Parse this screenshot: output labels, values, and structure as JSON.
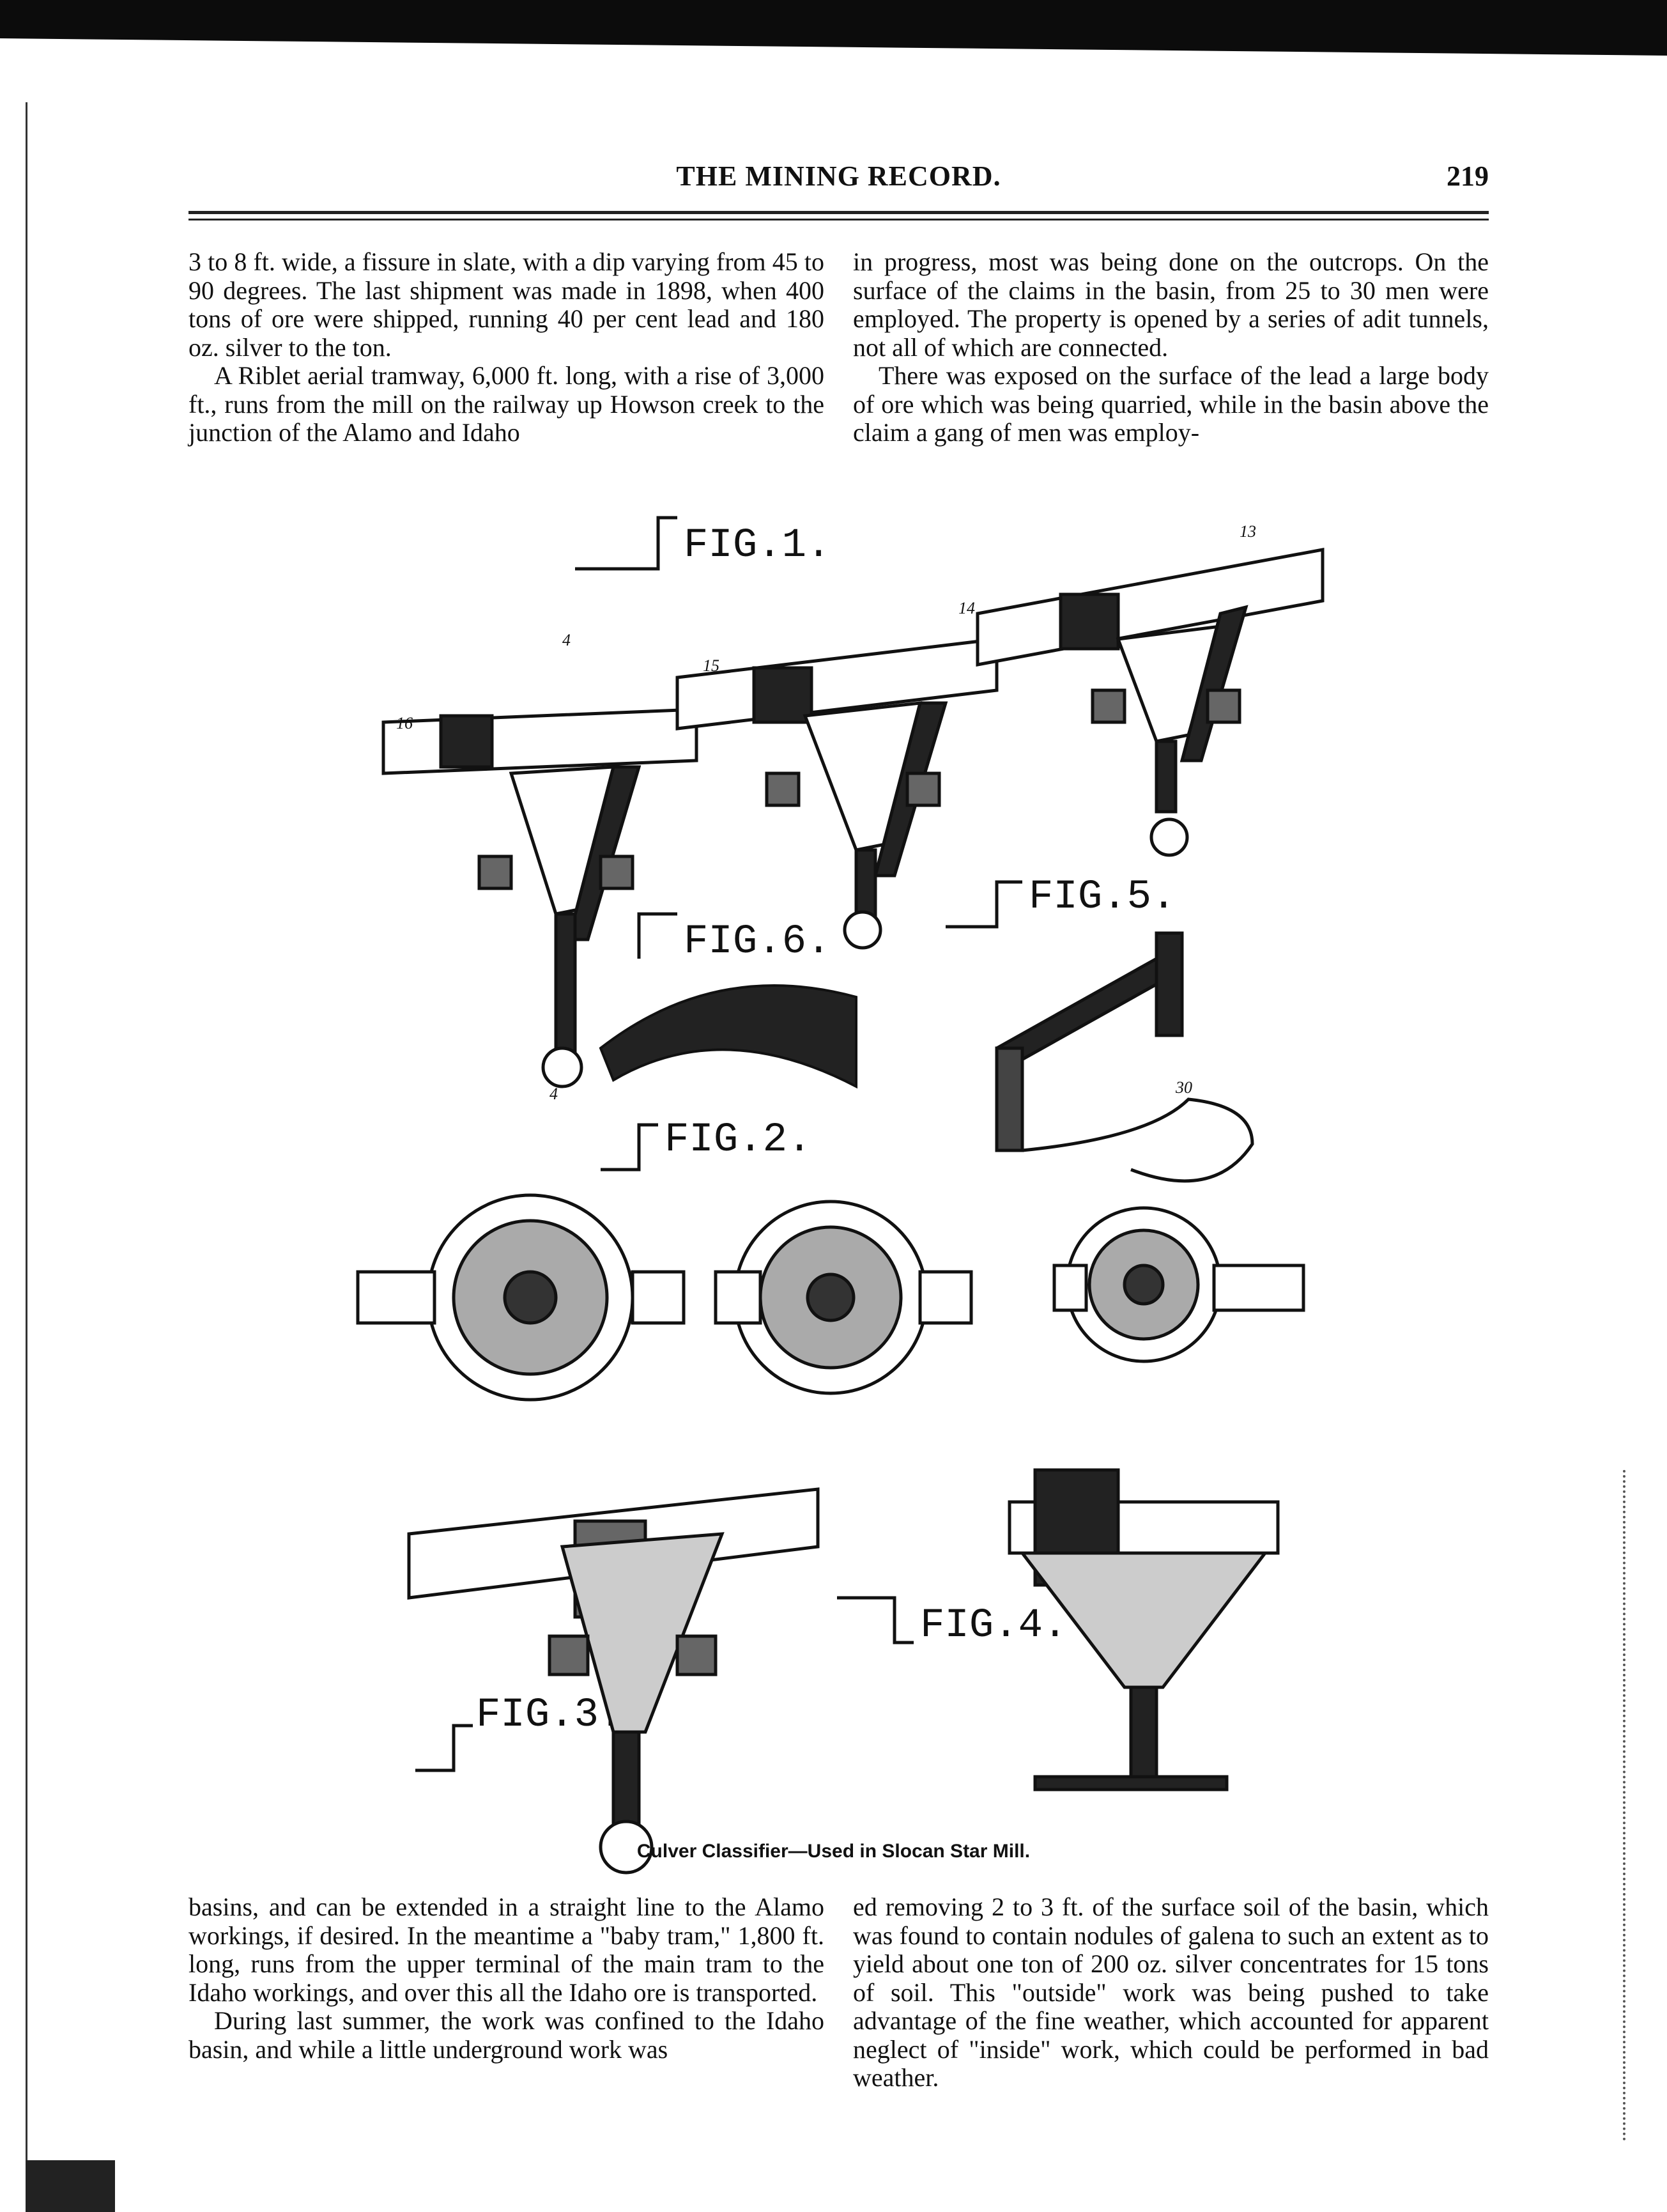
{
  "header": {
    "title": "THE MINING RECORD.",
    "page_number": "219"
  },
  "top_columns": {
    "left": [
      {
        "text": "3 to 8 ft. wide, a fissure in slate, with a dip varying from 45 to 90 degrees. The last shipment was made in 1898, when 400 tons of ore were shipped, running 40 per cent lead and 180 oz. silver to the ton.",
        "indent": false
      },
      {
        "text": "A Riblet aerial tramway, 6,000 ft. long, with a rise of 3,000 ft., runs from the mill on the railway up Howson creek to the junction of the Alamo and Idaho",
        "indent": true
      }
    ],
    "right": [
      {
        "text": "in progress, most was being done on the outcrops. On the surface of the claims in the basin, from 25 to 30 men were employed. The property is opened by a series of adit tunnels, not all of which are connected.",
        "indent": false
      },
      {
        "text": "There was exposed on the surface of the lead a large body of ore which was being quarried, while in the basin above the claim a gang of men was employ-",
        "indent": true
      }
    ]
  },
  "figure": {
    "labels": [
      "FIG.1.",
      "FIG.2.",
      "FIG.3.",
      "FIG.4.",
      "FIG.5.",
      "FIG.6."
    ],
    "caption": "Culver Classifier—Used in Slocan Star Mill."
  },
  "bottom_columns": {
    "left": [
      {
        "text": "basins, and can be extended in a straight line to the Alamo workings, if desired. In the meantime a \"baby tram,\" 1,800 ft. long, runs from the upper terminal of the main tram to the Idaho workings, and over this all the Idaho ore is transported.",
        "indent": false
      },
      {
        "text": "During last summer, the work was confined to the Idaho basin, and while a little underground work was",
        "indent": true
      }
    ],
    "right": [
      {
        "text": "ed removing 2 to 3 ft. of the surface soil of the basin, which was found to contain nodules of galena to such an extent as to yield about one ton of 200 oz. silver concentrates for 15 tons of soil. This \"outside\" work was being pushed to take advantage of the fine weather, which accounted for apparent neglect of \"inside\" work, which could be performed in bad weather.",
        "indent": false
      }
    ]
  }
}
